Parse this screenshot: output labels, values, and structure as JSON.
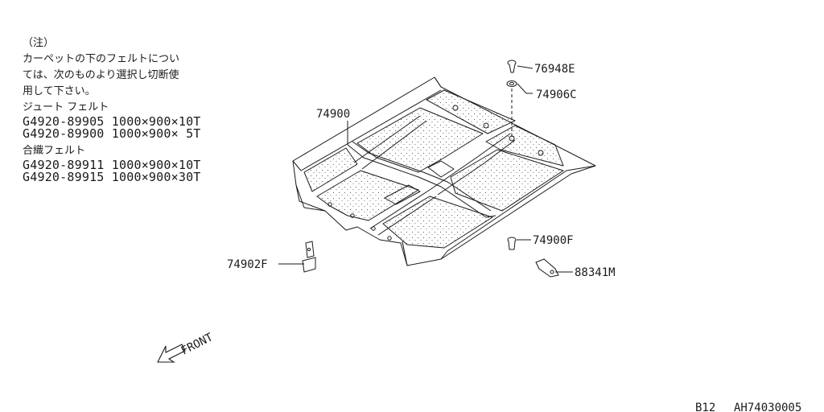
{
  "note": {
    "heading": "（注）",
    "lines": [
      "カーペットの下のフェルトについ",
      "ては、次のものより選択し切断使",
      "用して下さい。"
    ],
    "jute_title": "ジュート フェルト",
    "jute_parts": [
      "G4920-89905 1000×900×10T",
      "G4920-89900 1000×900× 5T"
    ],
    "synthetic_title": "合織フェルト",
    "synthetic_parts": [
      "G4920-89911 1000×900×10T",
      "G4920-89915 1000×900×30T"
    ]
  },
  "callouts": {
    "carpet": "74900",
    "clip_top": "76948E",
    "grommet": "74906C",
    "clip_right": "74900F",
    "bracket": "88341M",
    "bracket_left": "74902F"
  },
  "front_label": "FRONT",
  "footer": {
    "page": "B12",
    "code": "AH74030005"
  }
}
